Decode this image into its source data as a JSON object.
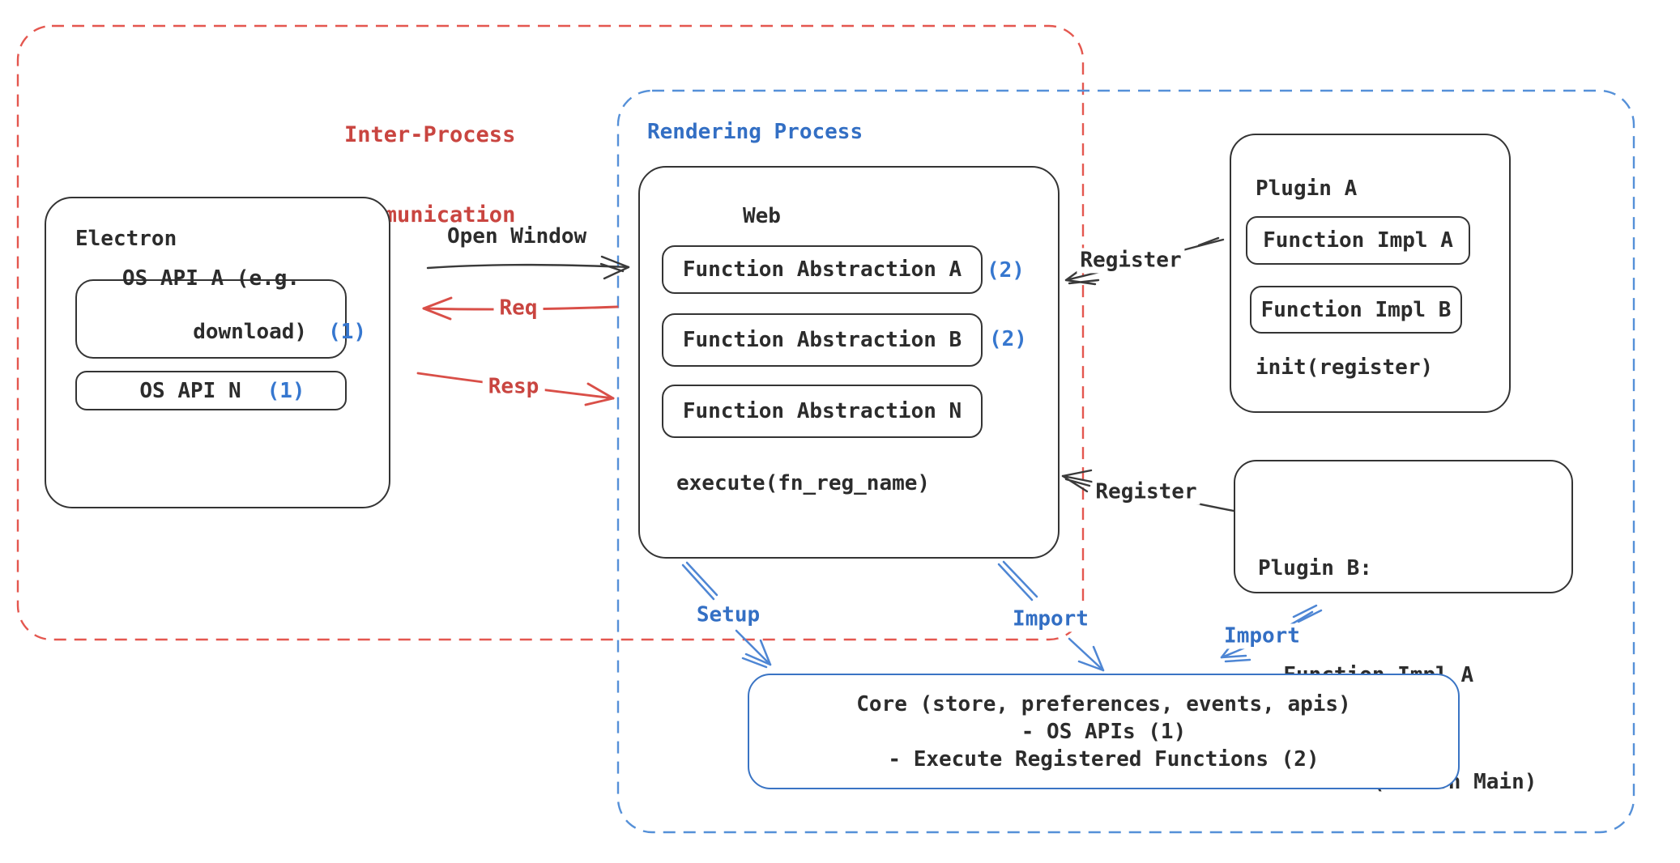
{
  "regions": {
    "ipc": {
      "line1": "Inter-Process",
      "line2": "Communication"
    },
    "rendering": {
      "label": "Rendering Process"
    }
  },
  "electron": {
    "title": "Electron",
    "api_a_line1": "OS API A (e.g.",
    "api_a_line2": "download)",
    "api_a_badge": "(1)",
    "api_n_label": "OS API N",
    "api_n_badge": "(1)"
  },
  "web": {
    "title": "Web",
    "abstractions": [
      {
        "label": "Function Abstraction A",
        "badge": "(2)"
      },
      {
        "label": "Function Abstraction B",
        "badge": "(2)"
      },
      {
        "label": "Function Abstraction N",
        "badge": ""
      }
    ],
    "execute_label": "execute(fn_reg_name)"
  },
  "plugin_a": {
    "title": "Plugin A",
    "impl_a": "Function Impl A",
    "impl_b": "Function Impl B",
    "init_label": "init(register)"
  },
  "plugin_b": {
    "title": "Plugin B:",
    "item_function": "- Function Impl A",
    "item_module": "- Module (run on Main)"
  },
  "core": {
    "line1": "Core (store, preferences, events, apis)",
    "line2": "- OS APIs (1)",
    "line3": "- Execute Registered Functions (2)"
  },
  "arrows": {
    "open_window": "Open Window",
    "req": "Req",
    "resp": "Resp",
    "register_a": "Register",
    "register_b": "Register",
    "setup": "Setup",
    "import_web": "Import",
    "import_plugin": "Import"
  },
  "colors": {
    "red_text": "#c94540",
    "red_dash": "#e4574f",
    "blue_text": "#336fc4",
    "blue_dash": "#5590d8",
    "blue_arrow": "#4e86d4",
    "core_border": "#3a74c4",
    "badge_blue": "#3677cf",
    "ink": "#2c2c2c"
  }
}
